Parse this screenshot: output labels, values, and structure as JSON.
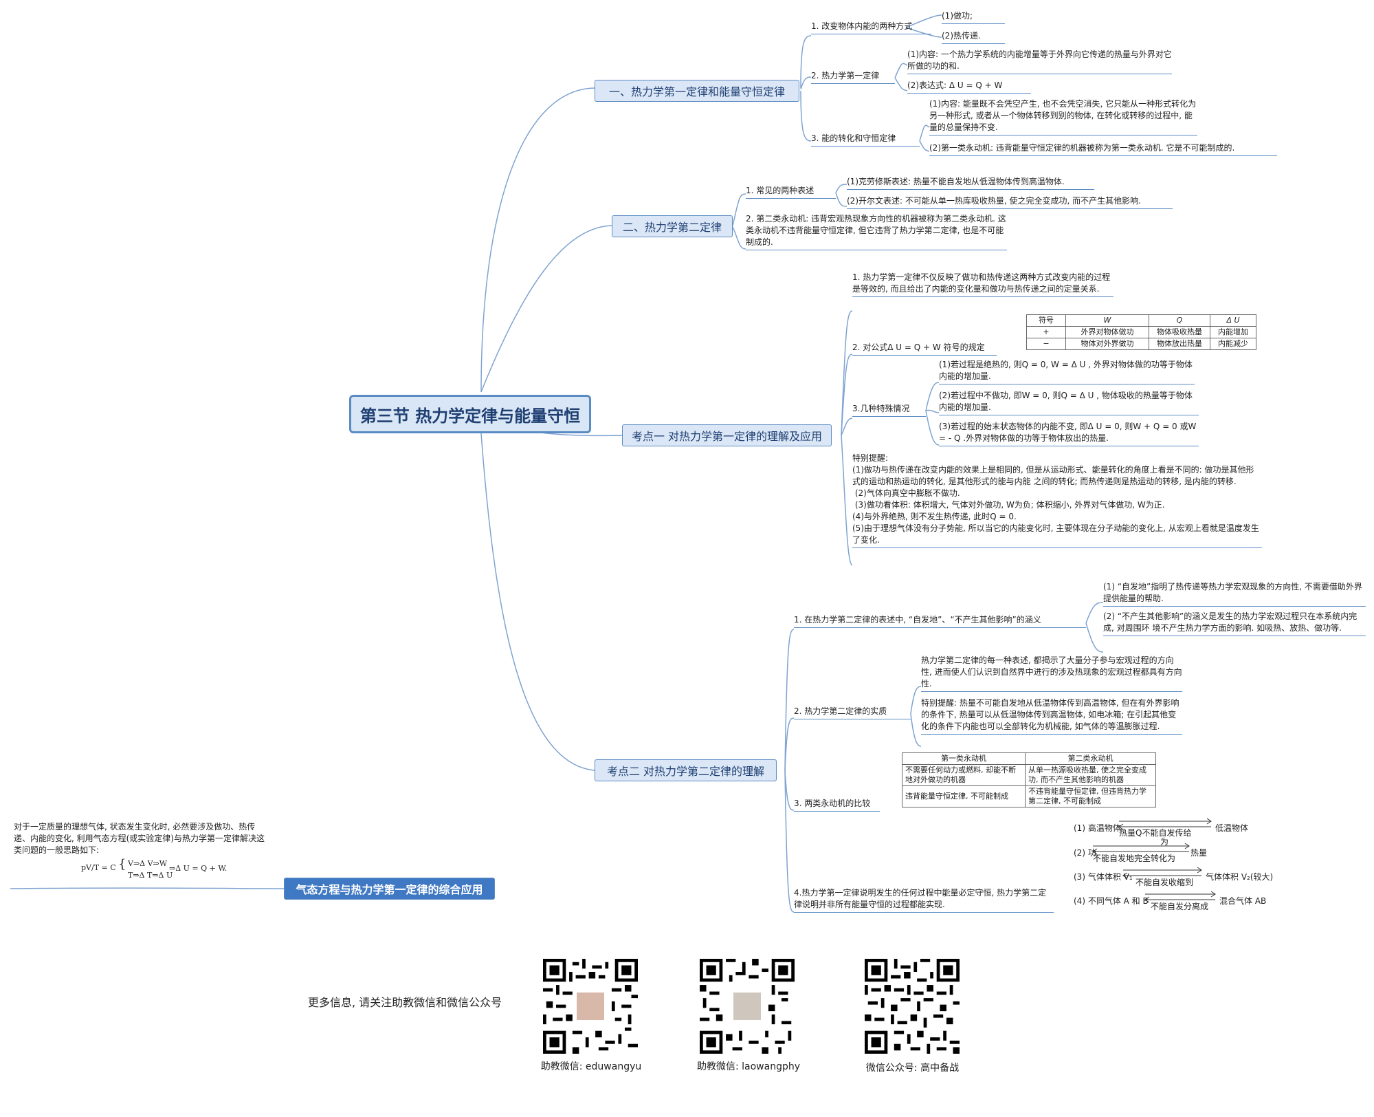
{
  "root": "第三节 热力学定律与能量守恒",
  "branch1": {
    "title": "一、热力学第一定律和能量守恒定律",
    "c1": {
      "label": "1. 改变物体内能的两种方式",
      "a": "(1)做功;",
      "b": "(2)热传递."
    },
    "c2": {
      "label": "2. 热力学第一定律",
      "a": "(1)内容: 一个热力学系统的内能增量等于外界向它传递的热量与外界对它所做的功的和.",
      "b": "(2)表达式: Δ U = Q + W"
    },
    "c3": {
      "label": "3. 能的转化和守恒定律",
      "a": "(1)内容: 能量既不会凭空产生, 也不会凭空消失, 它只能从一种形式转化为另一种形式, 或者从一个物体转移到别的物体, 在转化或转移的过程中, 能量的总量保持不变.",
      "b": "(2)第一类永动机: 违背能量守恒定律的机器被称为第一类永动机. 它是不可能制成的."
    }
  },
  "branch2": {
    "title": "二、热力学第二定律",
    "c1": {
      "label": "1. 常见的两种表述",
      "a": "(1)克劳修斯表述: 热量不能自发地从低温物体传到高温物体.",
      "b": "(2)开尔文表述: 不可能从单一热库吸收热量, 使之完全变成功, 而不产生其他影响."
    },
    "c2": "2. 第二类永动机: 违背宏观热现象方向性的机器被称为第二类永动机. 这类永动机不违背能量守恒定律, 但它违背了热力学第二定律, 也是不可能制成的."
  },
  "branch3": {
    "title": "考点一 对热力学第一定律的理解及应用",
    "c1": "1. 热力学第一定律不仅反映了做功和热传递这两种方式改变内能的过程是等效的, 而且给出了内能的变化量和做功与热传递之间的定量关系.",
    "c2": {
      "label": "2. 对公式Δ U = Q + W 符号的规定",
      "head": [
        "符号",
        "W",
        "Q",
        "Δ U"
      ],
      "rows": [
        [
          "+",
          "外界对物体做功",
          "物体吸收热量",
          "内能增加"
        ],
        [
          "−",
          "物体对外界做功",
          "物体放出热量",
          "内能减少"
        ]
      ]
    },
    "c3": {
      "label": "3.几种特殊情况",
      "a": "(1)若过程是绝热的, 则Q = 0, W = Δ U , 外界对物体做的功等于物体内能的增加量.",
      "b": "(2)若过程中不做功, 即W = 0, 则Q = Δ U , 物体吸收的热量等于物体内能的增加量.",
      "c": "(3)若过程的始末状态物体的内能不变, 即Δ U = 0, 则W + Q = 0 或W = - Q .外界对物体做的功等于物体放出的热量."
    },
    "c4": "特别提醒:\n(1)做功与热传递在改变内能的效果上是相同的, 但是从运动形式、能量转化的角度上看是不同的: 做功是其他形式的运动和热运动的转化, 是其他形式的能与内能 之间的转化; 而热传递则是热运动的转移, 是内能的转移.\n (2)气体向真空中膨胀不做功.\n (3)做功看体积: 体积增大, 气体对外做功, W为负; 体积缩小, 外界对气体做功, W为正.\n(4)与外界绝热, 则不发生热传递, 此时Q = 0.\n(5)由于理想气体没有分子势能, 所以当它的内能变化时, 主要体现在分子动能的变化上, 从宏观上看就是温度发生了变化."
  },
  "branch4": {
    "title": "考点二 对热力学第二定律的理解",
    "c1": {
      "label": "1. 在热力学第二定律的表述中, “自发地”、“不产生其他影响”的涵义",
      "a": "(1) “自发地”指明了热传递等热力学宏观现象的方向性, 不需要借助外界提供能量的帮助.",
      "b": "(2) “不产生其他影响”的涵义是发生的热力学宏观过程只在本系统内完成, 对周围环 境不产生热力学方面的影响. 如吸热、放热、做功等."
    },
    "c2": {
      "label": "2. 热力学第二定律的实质",
      "a": "热力学第二定律的每一种表述, 都揭示了大量分子参与宏观过程的方向性, 进而使人们认识到自然界中进行的涉及热现象的宏观过程都具有方向性.",
      "b": "特别提醒: 热量不可能自发地从低温物体传到高温物体, 但在有外界影响的条件下, 热量可以从低温物体传到高温物体, 如电冰箱; 在引起其他变化的条件下内能也可以全部转化为机械能, 如气体的等温膨胀过程."
    },
    "c3": {
      "label": "3. 两类永动机的比较",
      "head": [
        "第一类永动机",
        "第二类永动机"
      ],
      "rows": [
        [
          "不需要任何动力或燃料, 却能不断地对外做功的机器",
          "从单一热源吸收热量, 使之完全变成功, 而不产生其他影响的机器"
        ],
        [
          "违背能量守恒定律, 不可能制成",
          "不违背能量守恒定律, 但违背热力学第二定律, 不可能制成"
        ]
      ]
    },
    "c4": {
      "label": "4.热力学第一定律说明发生的任何过程中能量必定守恒, 热力学第二定律说明并非所有能量守恒的过程都能实现.",
      "p1a": "(1) 高温物体",
      "p1b": "热量Q不能自发传给",
      "p1c": "低温物体",
      "p2a": "(2) 功",
      "p2b": "不能自发地完全转化为",
      "p2c": "热量",
      "p2d": "为",
      "p3a": "(3) 气体体积 V₁",
      "p3b": "不能自发收缩到",
      "p3c": "气体体积 V₂(较大)",
      "p4a": "(4) 不同气体 A 和 B",
      "p4b": "不能自发分离成",
      "p4c": "混合气体 AB"
    }
  },
  "branch5": {
    "title": "气态方程与热力学第一定律的综合应用",
    "text": "对于一定质量的理想气体, 状态发生变化时, 必然要涉及做功、热传递、内能的变化, 利用气态方程(或实验定律)与热力学第一定律解决这类问题的一般思路如下:",
    "f_lhs": "pV/T = C",
    "f_r1": "V⇒Δ V⇒W",
    "f_r2": "T⇒Δ T⇒Δ U",
    "f_res": "⇒Δ U = Q + W."
  },
  "footer": {
    "text": "更多信息, 请关注助教微信和微信公众号",
    "cap1": "助教微信: eduwangyu",
    "cap2": "助教微信: laowangphy",
    "cap3": "微信公众号: 高中备战"
  },
  "colors": {
    "line": "#5b8bc4",
    "node_fill": "#dbe7f6",
    "dark_node": "#3f78c3"
  }
}
